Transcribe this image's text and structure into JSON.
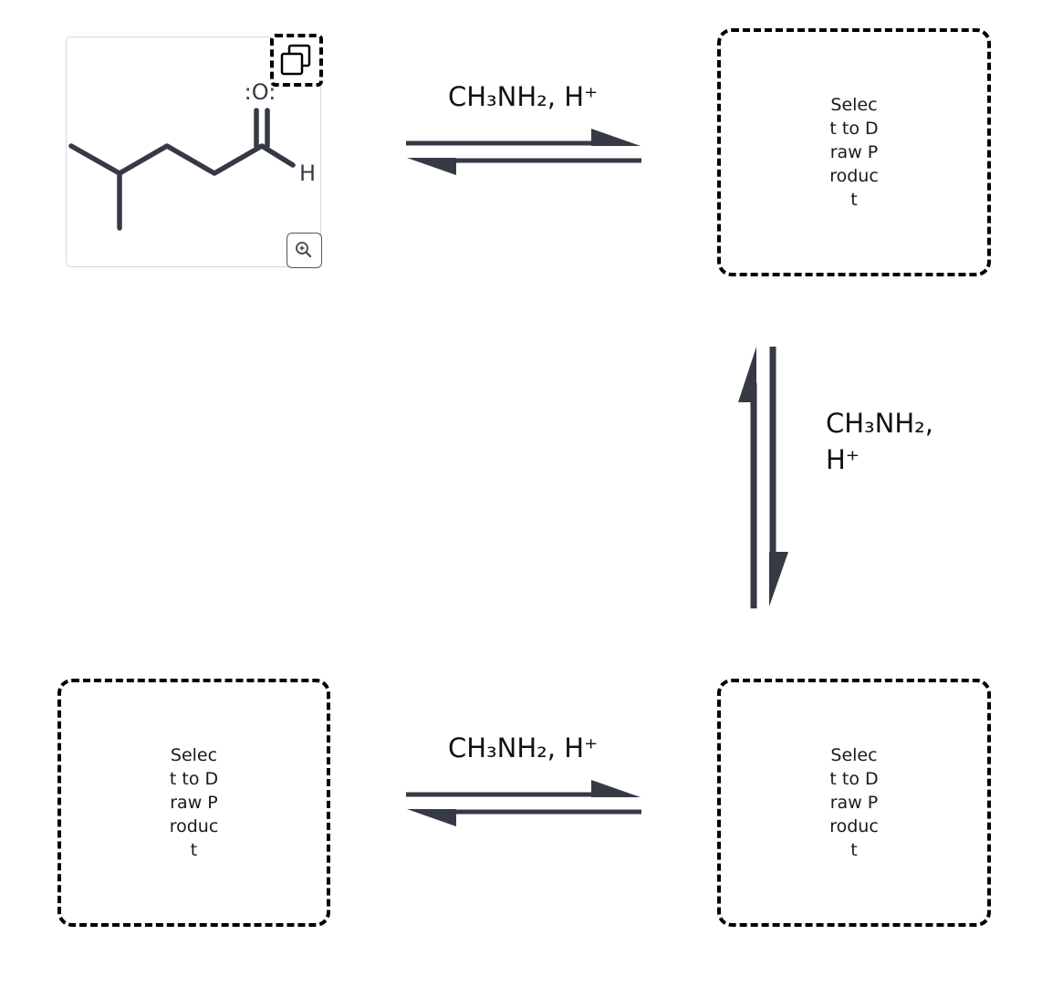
{
  "reactant": {
    "oxygen_label": ":O:",
    "hydrogen_label": "H"
  },
  "reagents": {
    "top": "CH₃NH₂, H⁺",
    "right_line1": "CH₃NH₂,",
    "right_line2": "H⁺",
    "bottom": "CH₃NH₂, H⁺"
  },
  "product_boxes": [
    {
      "id": "top-right",
      "label": "Select to Draw Product"
    },
    {
      "id": "bottom-right",
      "label": "Select to Draw Product"
    },
    {
      "id": "bottom-left",
      "label": "Select to Draw Product"
    }
  ],
  "colors": {
    "bond": "#353a45",
    "arrow": "#353a45",
    "dash_border": "#000000"
  },
  "icons": [
    "copy-icon",
    "zoom-in-icon"
  ]
}
